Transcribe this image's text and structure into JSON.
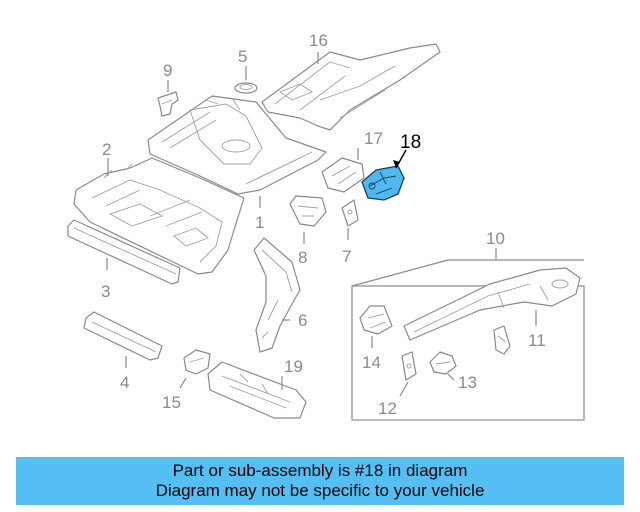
{
  "diagram": {
    "callouts": {
      "c1": "1",
      "c2": "2",
      "c3": "3",
      "c4": "4",
      "c5": "5",
      "c6": "6",
      "c7": "7",
      "c8": "8",
      "c9": "9",
      "c10": "10",
      "c11": "11",
      "c12": "12",
      "c13": "13",
      "c14": "14",
      "c15": "15",
      "c16": "16",
      "c17": "17",
      "c18": "18",
      "c19": "19"
    },
    "highlighted_part": "18",
    "highlight_color": "#4fb8ec"
  },
  "banner": {
    "line1": "Part or sub-assembly is #18 in diagram",
    "line2": "Diagram may not be specific to your vehicle",
    "background": "#55bef2"
  }
}
